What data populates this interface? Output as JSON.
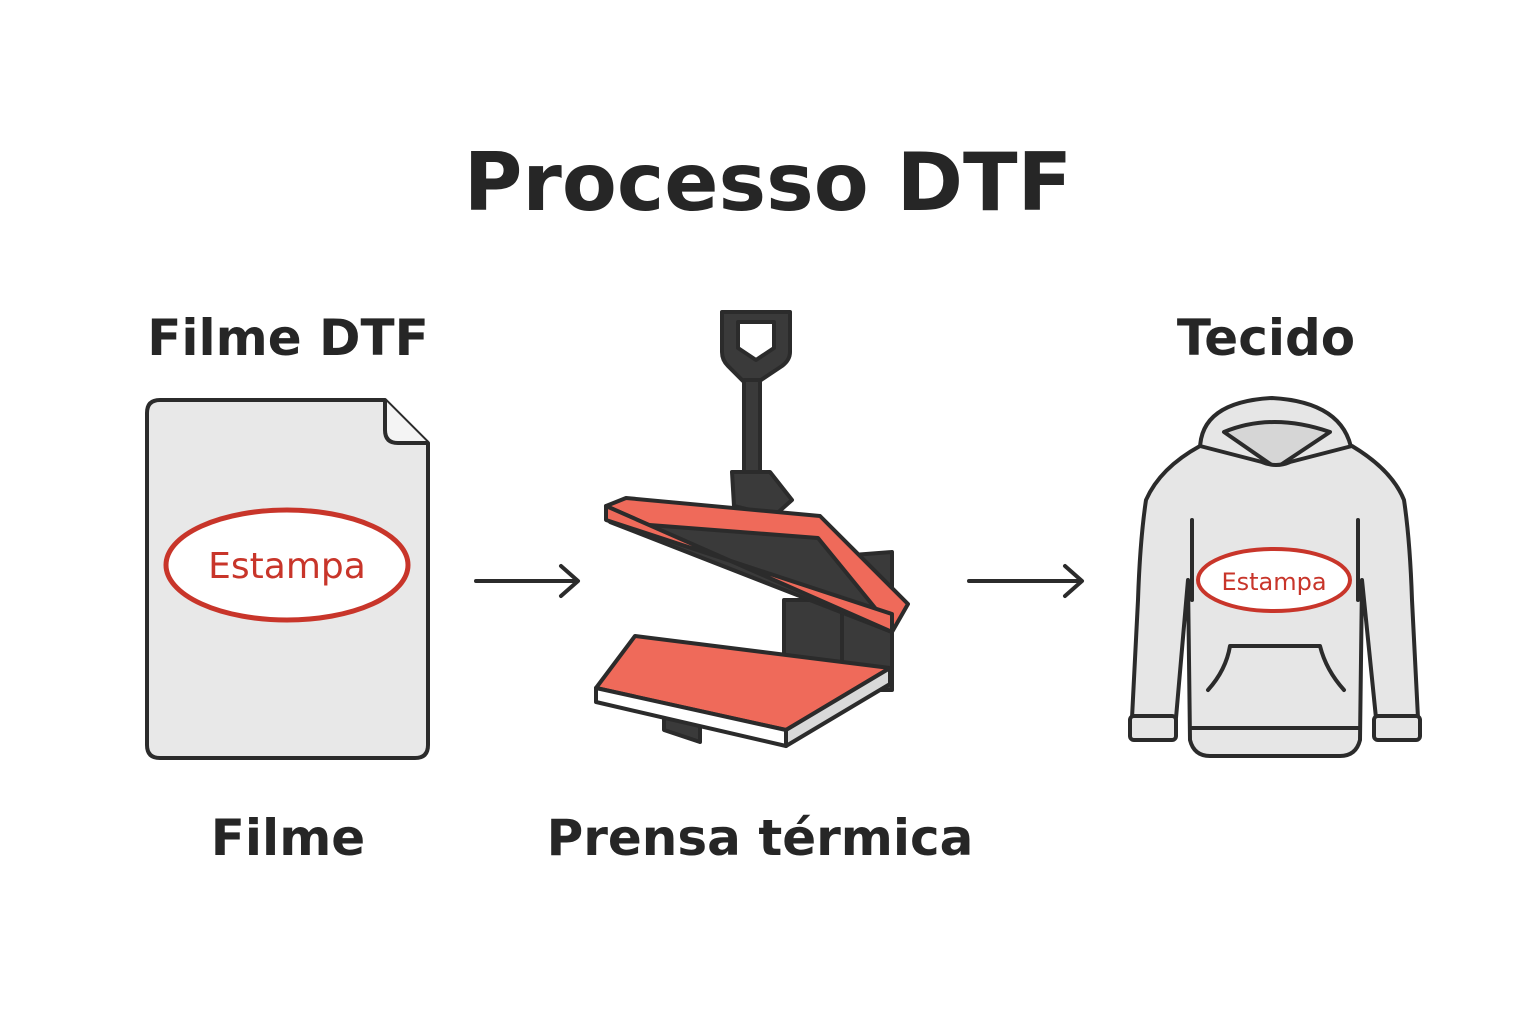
{
  "title": "Processo DTF",
  "labels": {
    "film_top": "Filme DTF",
    "fabric_top": "Tecido",
    "film_bottom": "Filme",
    "press_bottom": "Prensa térmica"
  },
  "stamp_film": "Estampa",
  "stamp_fabric": "Estampa",
  "colors": {
    "text": "#262626",
    "accent": "#e05a48",
    "stamp_red": "#c8352a",
    "gray_fill": "#e6e6e6",
    "outline": "#2b2b2b"
  }
}
